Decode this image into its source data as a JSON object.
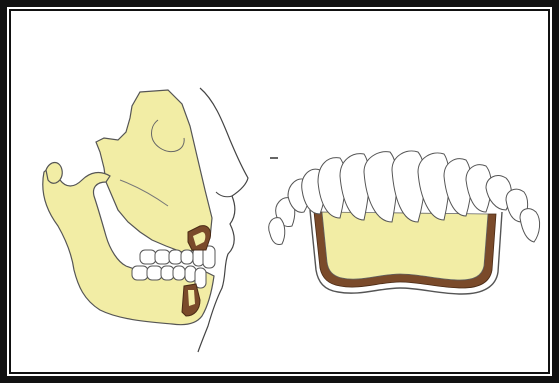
{
  "figure": {
    "colors": {
      "frame": "#111111",
      "background": "#ffffff",
      "bone": "#f2eda5",
      "outline": "#555555",
      "tooth_fill": "#ffffff",
      "graft": "#7a4a2a",
      "graft_dots": "#c79a62",
      "skin_line": "#444444"
    },
    "panels": [
      {
        "id": "lateral-skull-profile",
        "icons": [
          "maxilla-shape",
          "mandible-shape",
          "tooth-row-icon",
          "graft-block-icon",
          "facial-profile-line"
        ]
      },
      {
        "id": "denture-frontal-view",
        "icons": [
          "upper-teeth-row",
          "denture-base-shape",
          "graft-layer-icon"
        ]
      }
    ]
  }
}
